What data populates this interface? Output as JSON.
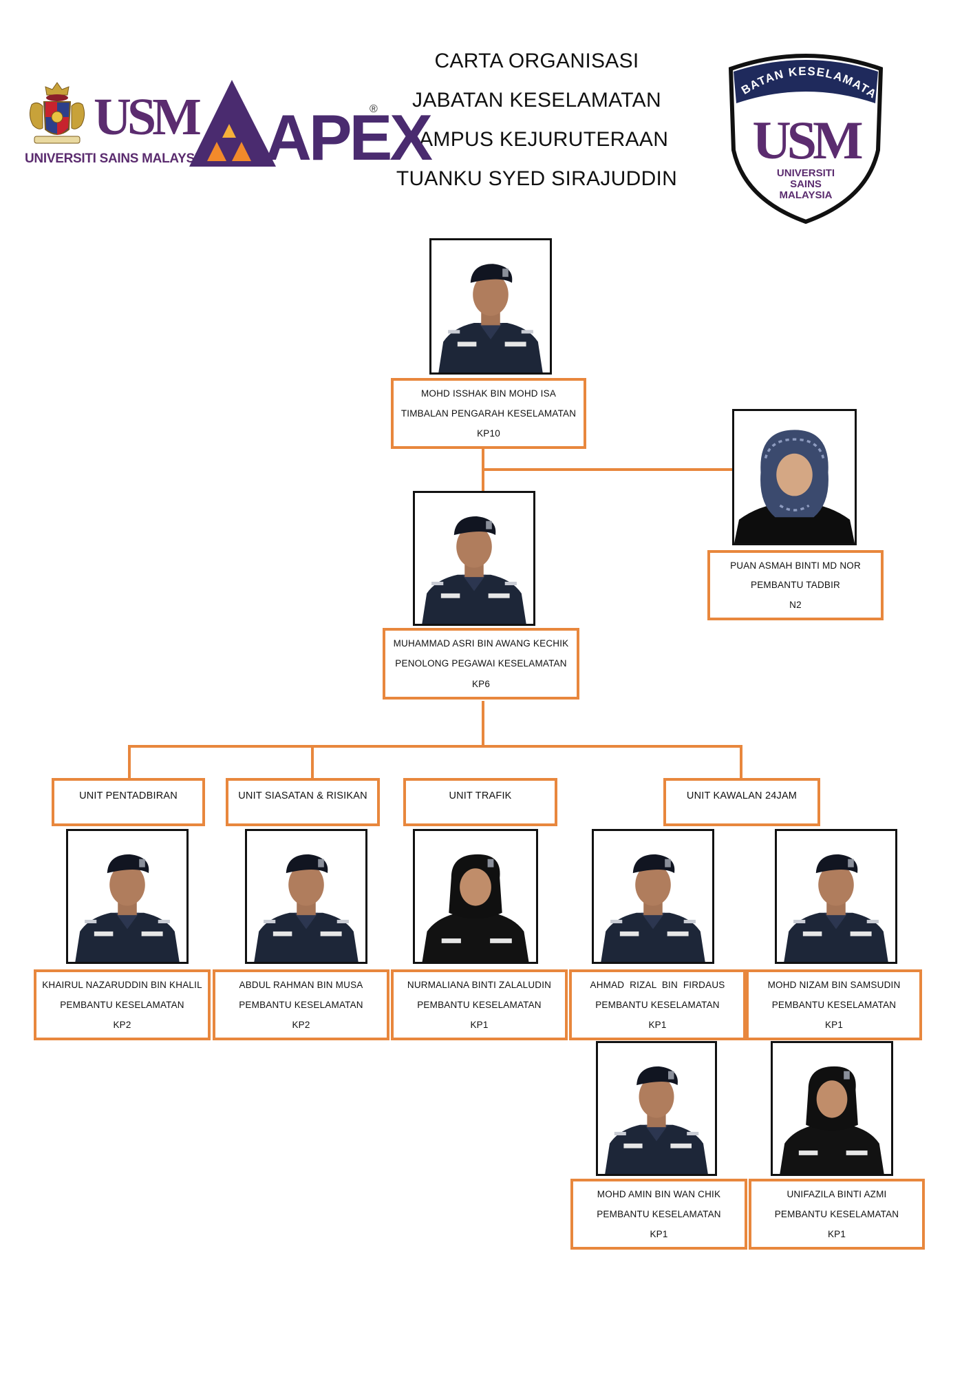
{
  "header": {
    "title_lines": [
      "CARTA ORGANISASI",
      "JABATAN KESELAMATAN",
      "KAMPUS KEJURUTERAAN",
      "TUANKU SYED SIRAJUDDIN"
    ]
  },
  "logos": {
    "usm_wordmark": "USM",
    "usm_name": "UNIVERSITI SAINS MALAYSIA",
    "apex_text": "APEX",
    "apex_reg": "®",
    "shield_arc": "JABATAN KESELAMATAN",
    "shield_wordmark": "USM",
    "shield_sub": [
      "UNIVERSITI",
      "SAINS",
      "MALAYSIA"
    ]
  },
  "colors": {
    "box_border": "#e8873d",
    "uniform": "#1d2638",
    "usm_purple": "#5b2c6f"
  },
  "people": {
    "isshak": {
      "name": "MOHD ISSHAK BIN MOHD ISA",
      "title": "TIMBALAN PENGARAH KESELAMATAN",
      "grade": "KP10"
    },
    "asmah": {
      "name": "PUAN ASMAH BINTI MD NOR",
      "title": "PEMBANTU TADBIR",
      "grade": "N2"
    },
    "asri": {
      "name": "MUHAMMAD ASRI BIN AWANG KECHIK",
      "title": "PENOLONG PEGAWAI KESELAMATAN",
      "grade": "KP6"
    },
    "khairul": {
      "name": "KHAIRUL NAZARUDDIN BIN KHALIL",
      "title": "PEMBANTU KESELAMATAN",
      "grade": "KP2"
    },
    "abdul": {
      "name": "ABDUL RAHMAN BIN MUSA",
      "title": "PEMBANTU KESELAMATAN",
      "grade": "KP2"
    },
    "nurmaliana": {
      "name": "NURMALIANA BINTI ZALALUDIN",
      "title": "PEMBANTU KESELAMATAN",
      "grade": "KP1"
    },
    "ahmad": {
      "name": "AHMAD  RIZAL  BIN  FIRDAUS",
      "title": "PEMBANTU KESELAMATAN",
      "grade": "KP1"
    },
    "nizam": {
      "name": "MOHD NIZAM BIN SAMSUDIN",
      "title": "PEMBANTU KESELAMATAN",
      "grade": "KP1"
    },
    "amin": {
      "name": "MOHD AMIN BIN WAN CHIK",
      "title": "PEMBANTU KESELAMATAN",
      "grade": "KP1"
    },
    "unifazila": {
      "name": "UNIFAZILA BINTI AZMI",
      "title": "PEMBANTU KESELAMATAN",
      "grade": "KP1"
    }
  },
  "units": {
    "pentadbiran": "UNIT PENTADBIRAN",
    "siasatan": "UNIT SIASATAN & RISIKAN",
    "trafik": "UNIT TRAFIK",
    "kawalan": "UNIT KAWALAN 24JAM"
  }
}
